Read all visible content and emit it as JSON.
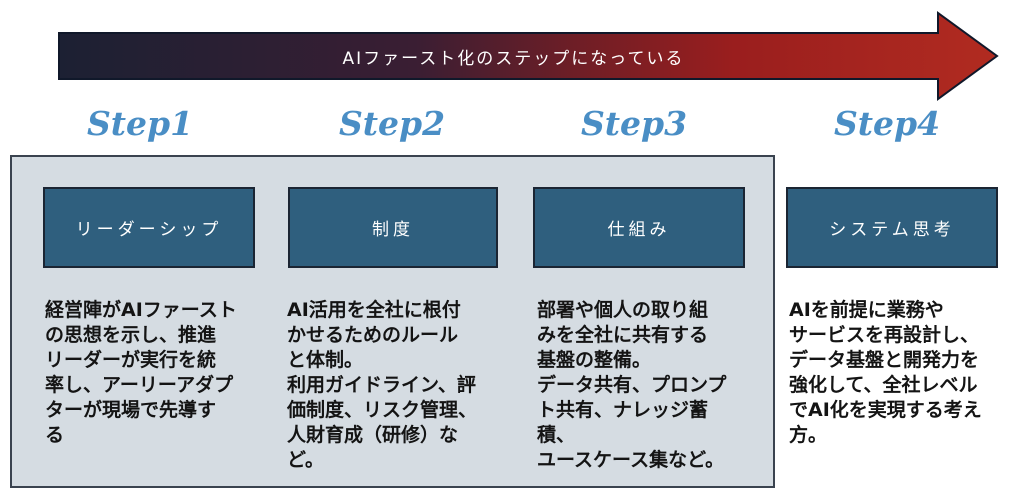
{
  "arrow": {
    "title": "AIファースト化のステップになっている",
    "gradient_start": "#1c2033",
    "gradient_mid": "#6e1e26",
    "gradient_end": "#b12b20",
    "outline": "#10182a",
    "text_color": "#ffffff"
  },
  "steps": [
    {
      "label": "Step1",
      "box_label": "リーダーシップ",
      "description": "経営陣がAIファースト\nの思想を示し、推進\nリーダーが実行を統\n率し、アーリーアダプ\nターが現場で先導す\nる"
    },
    {
      "label": "Step2",
      "box_label": "制度",
      "description": "AI活用を全社に根付\nかせるためのルール\nと体制。\n利用ガイドライン、評\n価制度、リスク管理、\n人財育成（研修）など。"
    },
    {
      "label": "Step3",
      "box_label": "仕組み",
      "description": "部署や個人の取り組\nみを全社に共有する\n基盤の整備。\nデータ共有、プロンプ\nト共有、ナレッジ蓄積、\nユースケース集など。"
    },
    {
      "label": "Step4",
      "box_label": "システム思考",
      "description": "AIを前提に業務や\nサービスを再設計し、\nデータ基盤と開発力を\n強化して、全社レベル\nでAI化を実現する考え\n方。"
    }
  ],
  "colors": {
    "step_label_blue": "#4a8ec5",
    "container_fill": "#d5dce2",
    "container_border": "#3a434f",
    "dark_box_fill": "#2f5f7e",
    "dark_box_border": "#1b2533",
    "description_text": "#141414"
  }
}
